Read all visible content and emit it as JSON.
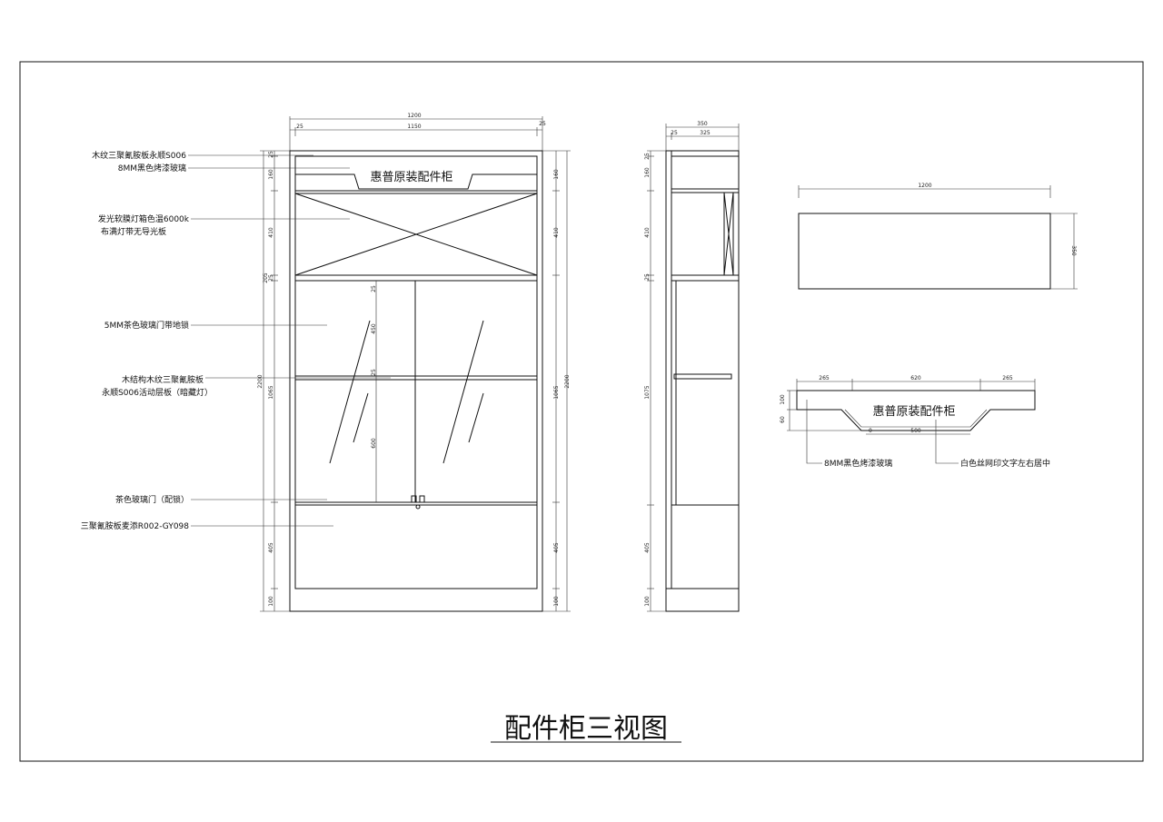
{
  "title": "配件柜三视图",
  "sign_text": "惠普原装配件柜",
  "front_view": {
    "top_dims": [
      "1200",
      "25",
      "1150",
      "25"
    ],
    "left_dims": [
      "25",
      "160",
      "410",
      "25",
      "205",
      "1065",
      "2200",
      "405",
      "100"
    ],
    "right_dims": [
      "160",
      "410",
      "1065",
      "2200",
      "405",
      "100"
    ],
    "inner_dims": [
      "25",
      "450",
      "25",
      "600"
    ]
  },
  "side_view": {
    "top_dims": [
      "350",
      "25",
      "325"
    ],
    "left_dims": [
      "160",
      "25",
      "410",
      "25",
      "1075",
      "405",
      "100"
    ]
  },
  "top_view": {
    "width_dim": "1200",
    "depth_dim": "350"
  },
  "detail_view": {
    "top_dims": [
      "265",
      "620",
      "265"
    ],
    "left_dims": [
      "100",
      "60"
    ],
    "inner_dims": [
      "0",
      "500"
    ]
  },
  "notes": {
    "front": [
      "木纹三聚氰胺板永顺S006",
      "8MM黑色烤漆玻璃",
      "发光软膜灯箱色温6000k",
      "布满灯带无导光板",
      "5MM茶色玻璃门带地锁",
      "木结构木纹三聚氰胺板",
      "永顺S006活动层板（暗藏灯）",
      "茶色玻璃门（配锁）",
      "三聚氰胺板麦添R002-GY098"
    ],
    "detail": [
      "8MM黑色烤漆玻璃",
      "白色丝网印文字左右居中"
    ]
  }
}
